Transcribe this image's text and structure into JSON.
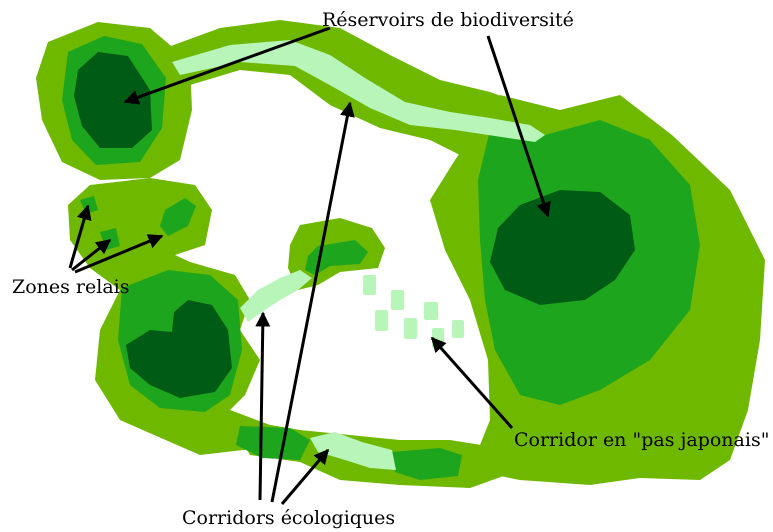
{
  "colors": {
    "outer_zone": "#6fb800",
    "buffer_zone": "#1ea51e",
    "core_zone": "#005c14",
    "corridor": "#b8f5b8",
    "arrow": "#000000",
    "background": "#ffffff"
  },
  "labels": {
    "reservoirs": "Réservoirs de biodiversité",
    "relais": "Zones relais",
    "pas_japonais": "Corridor en \"pas japonais\"",
    "corridors": "Corridors écologiques"
  }
}
